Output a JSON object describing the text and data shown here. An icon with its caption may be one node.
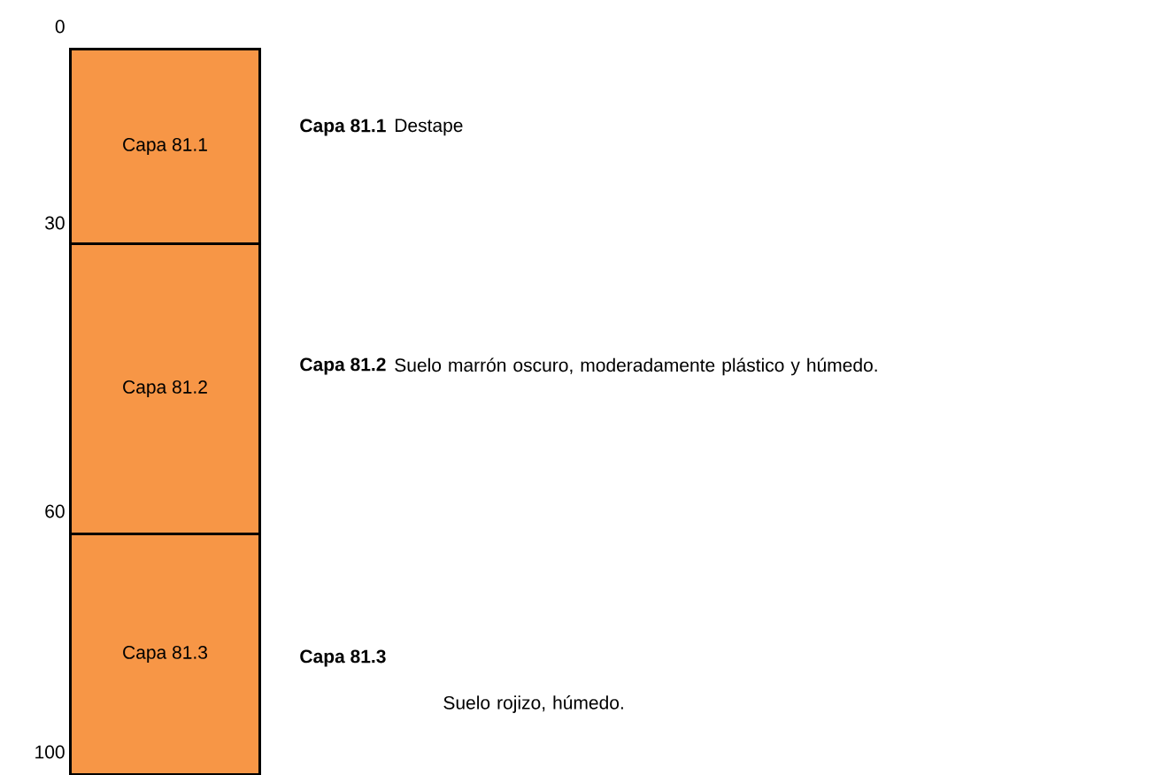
{
  "diagram": {
    "nodes": [
      {
        "text": [
          "Capa 81.1"
        ],
        "beside": [
          "Capa 81.1",
          "Destape"
        ]
      },
      {
        "text": [
          "Capa 81.2"
        ],
        "beside": [
          "Capa 81.2",
          "Suelo marrón oscuro, moderadamente plástico y húmedo."
        ]
      },
      {
        "text": [
          "Capa 81.3"
        ],
        "beside": [
          "Capa 81.3",
          "Suelo rojizo, húmedo."
        ]
      }
    ],
    "labels": [
      "0",
      "30",
      "60",
      "100"
    ]
  }
}
